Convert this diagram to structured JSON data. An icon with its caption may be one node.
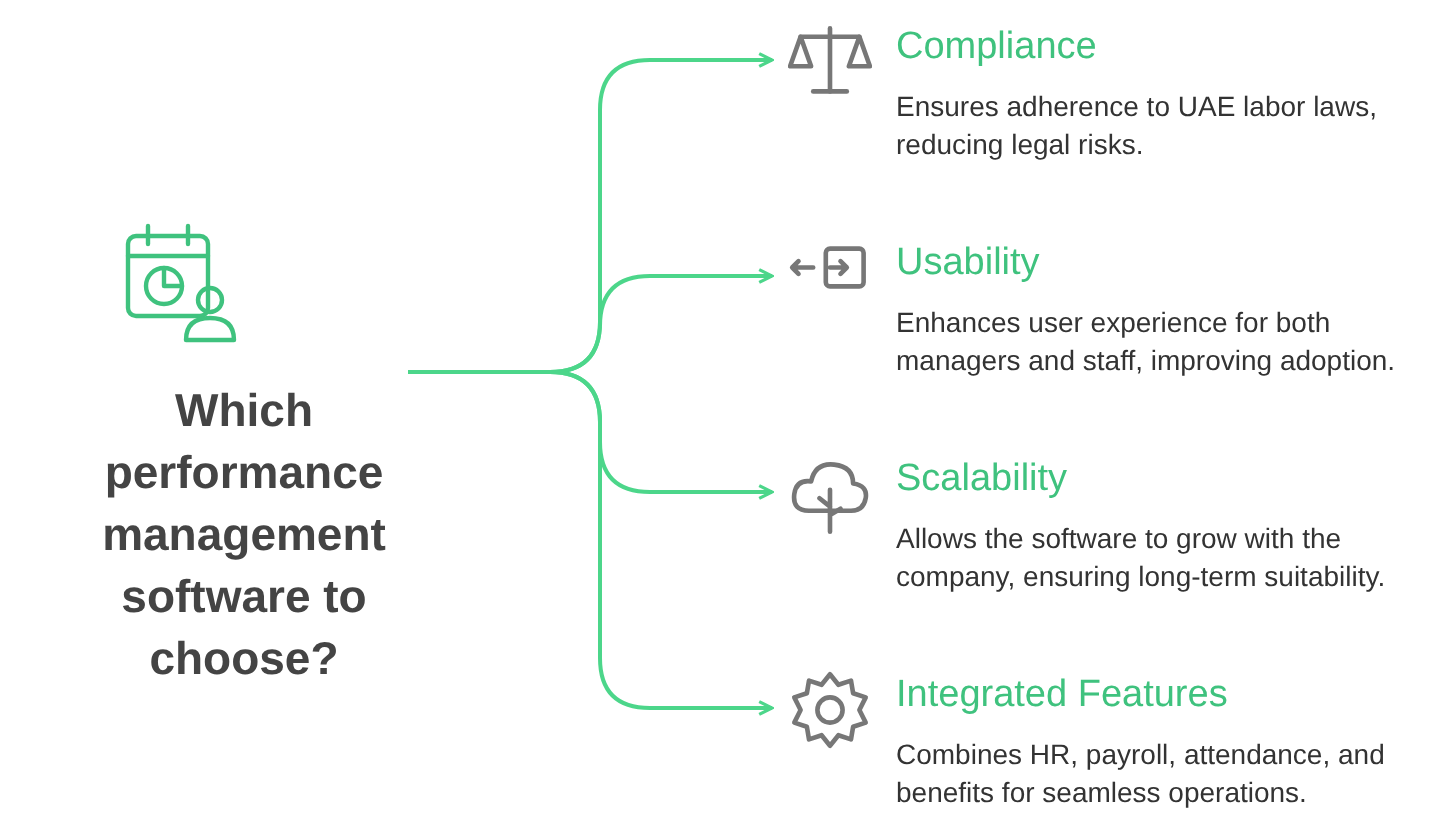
{
  "diagram": {
    "nodes": [
      {
        "text": [
          "Which performance management software to choose?"
        ]
      },
      {
        "text": [
          "Compliance",
          "Ensures adherence to UAE labor laws, reducing legal risks."
        ]
      },
      {
        "text": [
          "Usability",
          "Enhances user experience for both managers and staff, improving adoption."
        ]
      },
      {
        "text": [
          "Scalability",
          "Allows the software to grow with the company, ensuring long-term suitability."
        ]
      },
      {
        "text": [
          "Integrated Features",
          "Combines HR, payroll, attendance, and benefits for seamless operations."
        ]
      }
    ],
    "edges": [
      {
        "from": 0,
        "to": 1,
        "arrow": "to"
      },
      {
        "from": 0,
        "to": 2,
        "arrow": "to"
      },
      {
        "from": 0,
        "to": 3,
        "arrow": "to"
      },
      {
        "from": 0,
        "to": 4,
        "arrow": "to"
      }
    ]
  }
}
